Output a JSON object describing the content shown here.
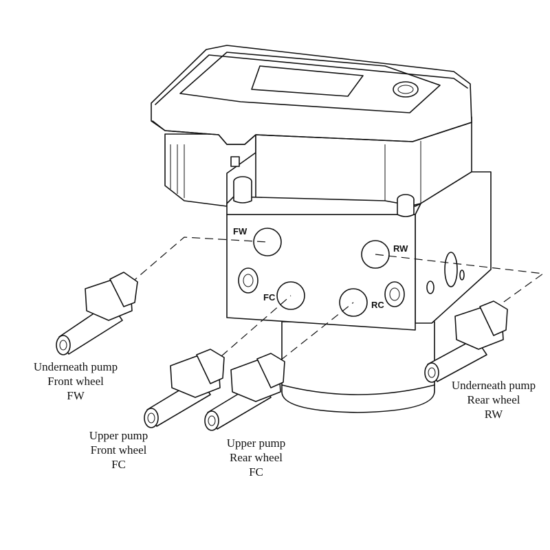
{
  "ports": {
    "fw": "FW",
    "rw": "RW",
    "fc": "FC",
    "rc": "RC"
  },
  "callouts": {
    "underneath_front": {
      "line1": "Underneath pump",
      "line2": "Front wheel",
      "line3": "FW"
    },
    "upper_front": {
      "line1": "Upper pump",
      "line2": "Front wheel",
      "line3": "FC"
    },
    "upper_rear": {
      "line1": "Upper pump",
      "line2": "Rear wheel",
      "line3": "FC"
    },
    "underneath_rear": {
      "line1": "Underneath pump",
      "line2": "Rear wheel",
      "line3": "RW"
    }
  },
  "colors": {
    "ink": "#111111",
    "paper": "#ffffff"
  }
}
